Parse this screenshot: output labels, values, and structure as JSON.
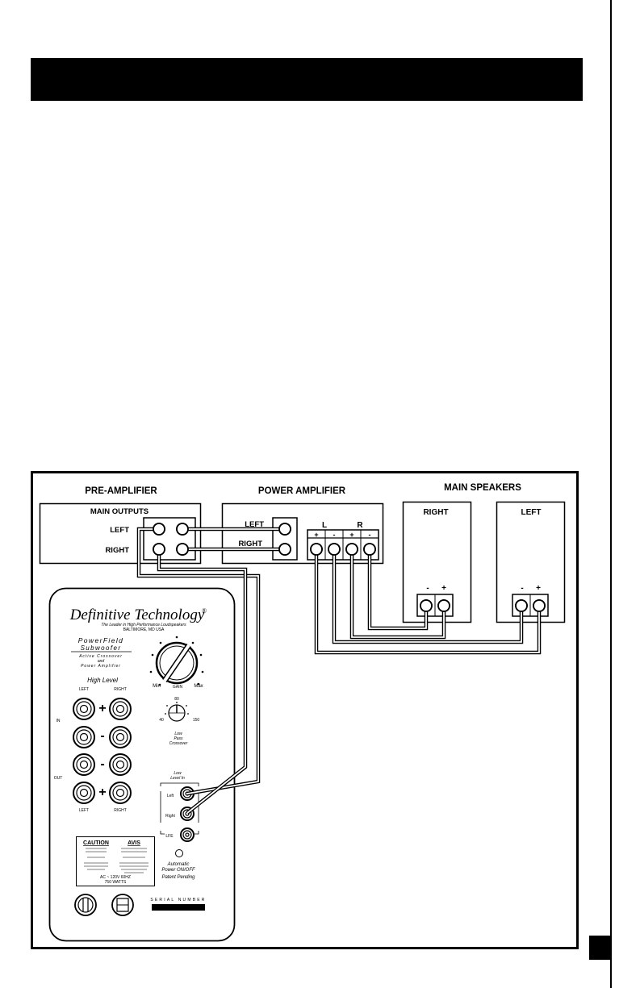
{
  "sections": {
    "pre_amplifier": "PRE-AMPLIFIER",
    "power_amplifier": "POWER AMPLIFIER",
    "main_speakers": "MAIN SPEAKERS"
  },
  "pre_amp": {
    "main_outputs": "MAIN OUTPUTS",
    "left": "LEFT",
    "right": "RIGHT"
  },
  "power_amp": {
    "left": "LEFT",
    "right": "RIGHT",
    "channel_l": "L",
    "channel_r": "R",
    "plus": "+",
    "minus": "-"
  },
  "speakers": {
    "right": "RIGHT",
    "left": "LEFT",
    "minus": "-",
    "plus": "+"
  },
  "subwoofer": {
    "brand": "Definitive Technology",
    "registered": "®",
    "tagline": "The Leader in High Performance Loudspeakers",
    "location": "BALTIMORE, MD USA",
    "product_line1": "PowerField",
    "product_line2": "Subwoofer",
    "desc_line1": "Active Crossover",
    "desc_line2": "and",
    "desc_line3": "Power Amplifier",
    "gain_min": "Min",
    "gain_label": "GAIN",
    "gain_max": "Max",
    "high_level": "High Level",
    "hl_left_top": "LEFT",
    "hl_right_top": "RIGHT",
    "hl_in": "IN",
    "hl_out": "OUT",
    "hl_left_bottom": "LEFT",
    "hl_right_bottom": "RIGHT",
    "xo_80": "80",
    "xo_40": "40",
    "xo_150": "150",
    "xo_line1": "Low",
    "xo_line2": "Pass",
    "xo_line3": "Crossover",
    "ll_line1": "Low",
    "ll_line2": "Level In",
    "ll_left": "Left",
    "ll_right": "Right",
    "ll_lfe": "LFE",
    "auto_line1": "Automatic",
    "auto_line2": "Power ON/OFF",
    "patent": "Patent Pending",
    "caution": "CAUTION",
    "avis": "AVIS",
    "ac_line": "AC ~ 120V 60HZ",
    "watts": "750 WATTS",
    "serial_label": "SERIAL NUMBER"
  }
}
